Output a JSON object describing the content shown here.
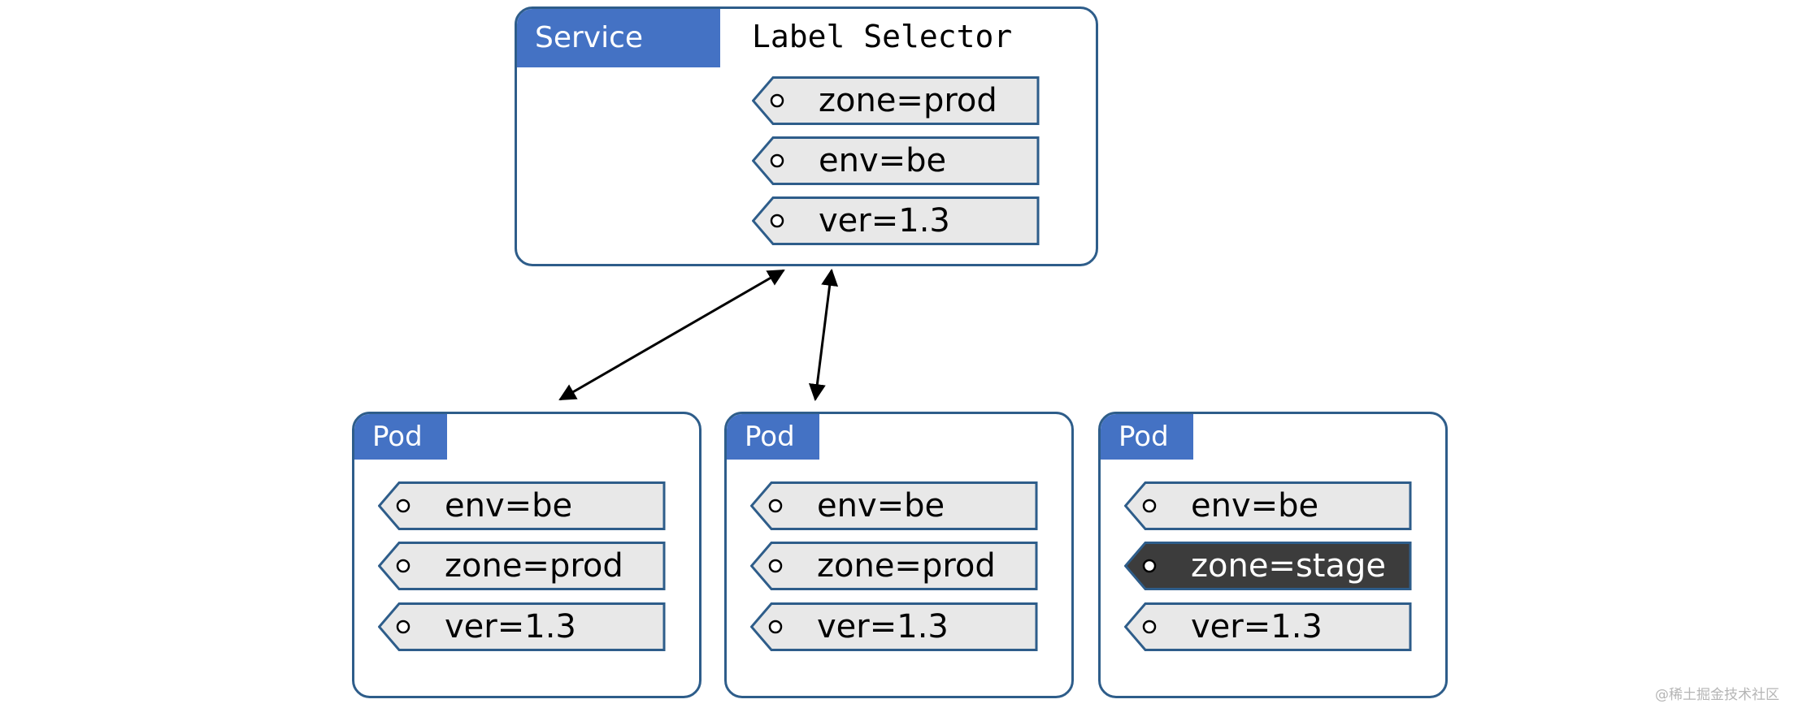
{
  "service": {
    "header": "Service",
    "selector_title": "Label Selector",
    "labels": [
      "zone=prod",
      "env=be",
      "ver=1.3"
    ]
  },
  "pods": [
    {
      "header": "Pod",
      "labels": [
        "env=be",
        "zone=prod",
        "ver=1.3"
      ]
    },
    {
      "header": "Pod",
      "labels": [
        "env=be",
        "zone=prod",
        "ver=1.3"
      ]
    },
    {
      "header": "Pod",
      "labels": [
        "env=be",
        "zone=stage",
        "ver=1.3"
      ],
      "mismatch_label_index": 1
    }
  ],
  "colors": {
    "header_fill": "#4472c4",
    "box_border": "#2e5d8a",
    "tag_fill": "#e8e8e8",
    "tag_border": "#2e5d8a",
    "mismatch_tag_fill": "#3c3c3c"
  },
  "watermark": "@稀土掘金技术社区"
}
